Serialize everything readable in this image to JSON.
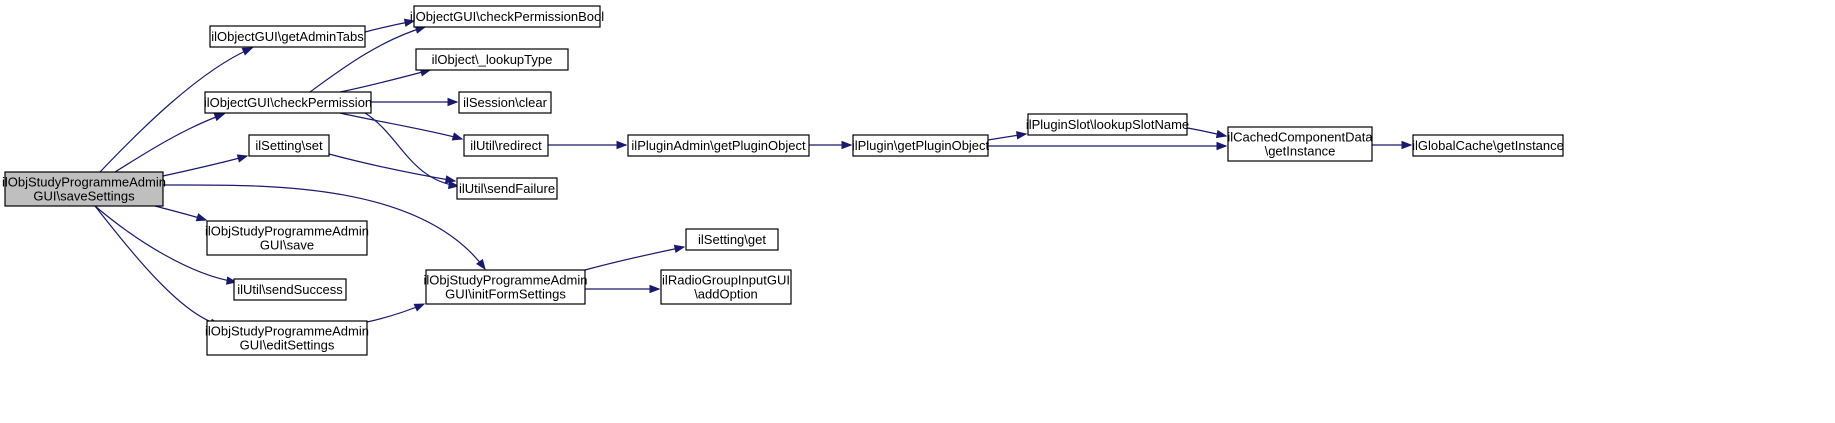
{
  "colors": {
    "edge": "#191970",
    "node_fill": "#ffffff",
    "focus_fill": "#bfbfbf",
    "node_border": "#000000"
  },
  "nodes": [
    {
      "id": "saveSettings",
      "lines": [
        "ilObjStudyProgrammeAdmin",
        "GUI\\saveSettings"
      ],
      "focus": true
    },
    {
      "id": "getAdminTabs",
      "lines": [
        "ilObjectGUI\\getAdminTabs"
      ]
    },
    {
      "id": "checkPermissionBool",
      "lines": [
        "ilObjectGUI\\checkPermissionBool"
      ]
    },
    {
      "id": "checkPermission",
      "lines": [
        "ilObjectGUI\\checkPermission"
      ]
    },
    {
      "id": "lookupType",
      "lines": [
        "ilObject\\_lookupType"
      ]
    },
    {
      "id": "sessionClear",
      "lines": [
        "ilSession\\clear"
      ]
    },
    {
      "id": "redirect",
      "lines": [
        "ilUtil\\redirect"
      ]
    },
    {
      "id": "sendFailure",
      "lines": [
        "ilUtil\\sendFailure"
      ]
    },
    {
      "id": "settingSet",
      "lines": [
        "ilSetting\\set"
      ]
    },
    {
      "id": "save",
      "lines": [
        "ilObjStudyProgrammeAdmin",
        "GUI\\save"
      ]
    },
    {
      "id": "sendSuccess",
      "lines": [
        "ilUtil\\sendSuccess"
      ]
    },
    {
      "id": "editSettings",
      "lines": [
        "ilObjStudyProgrammeAdmin",
        "GUI\\editSettings"
      ]
    },
    {
      "id": "initFormSettings",
      "lines": [
        "ilObjStudyProgrammeAdmin",
        "GUI\\initFormSettings"
      ]
    },
    {
      "id": "settingGet",
      "lines": [
        "ilSetting\\get"
      ]
    },
    {
      "id": "addOption",
      "lines": [
        "ilRadioGroupInputGUI",
        "\\addOption"
      ]
    },
    {
      "id": "pluginAdminGet",
      "lines": [
        "ilPluginAdmin\\getPluginObject"
      ]
    },
    {
      "id": "pluginGet",
      "lines": [
        "ilPlugin\\getPluginObject"
      ]
    },
    {
      "id": "lookupSlotName",
      "lines": [
        "ilPluginSlot\\lookupSlotName"
      ]
    },
    {
      "id": "cachedGetInstance",
      "lines": [
        "ilCachedComponentData",
        "\\getInstance"
      ]
    },
    {
      "id": "globalCache",
      "lines": [
        "ilGlobalCache\\getInstance"
      ]
    }
  ],
  "edges": [
    {
      "from": "saveSettings",
      "to": "getAdminTabs"
    },
    {
      "from": "saveSettings",
      "to": "checkPermission"
    },
    {
      "from": "saveSettings",
      "to": "settingSet"
    },
    {
      "from": "saveSettings",
      "to": "initFormSettings"
    },
    {
      "from": "saveSettings",
      "to": "save"
    },
    {
      "from": "saveSettings",
      "to": "sendSuccess"
    },
    {
      "from": "saveSettings",
      "to": "editSettings"
    },
    {
      "from": "getAdminTabs",
      "to": "checkPermissionBool"
    },
    {
      "from": "checkPermission",
      "to": "checkPermissionBool"
    },
    {
      "from": "checkPermission",
      "to": "lookupType"
    },
    {
      "from": "checkPermission",
      "to": "sessionClear"
    },
    {
      "from": "checkPermission",
      "to": "redirect"
    },
    {
      "from": "checkPermission",
      "to": "sendFailure"
    },
    {
      "from": "settingSet",
      "to": "sendFailure"
    },
    {
      "from": "redirect",
      "to": "pluginAdminGet"
    },
    {
      "from": "pluginAdminGet",
      "to": "pluginGet"
    },
    {
      "from": "pluginGet",
      "to": "lookupSlotName"
    },
    {
      "from": "pluginGet",
      "to": "cachedGetInstance"
    },
    {
      "from": "lookupSlotName",
      "to": "cachedGetInstance"
    },
    {
      "from": "cachedGetInstance",
      "to": "globalCache"
    },
    {
      "from": "editSettings",
      "to": "initFormSettings"
    },
    {
      "from": "initFormSettings",
      "to": "settingGet"
    },
    {
      "from": "initFormSettings",
      "to": "addOption"
    }
  ]
}
